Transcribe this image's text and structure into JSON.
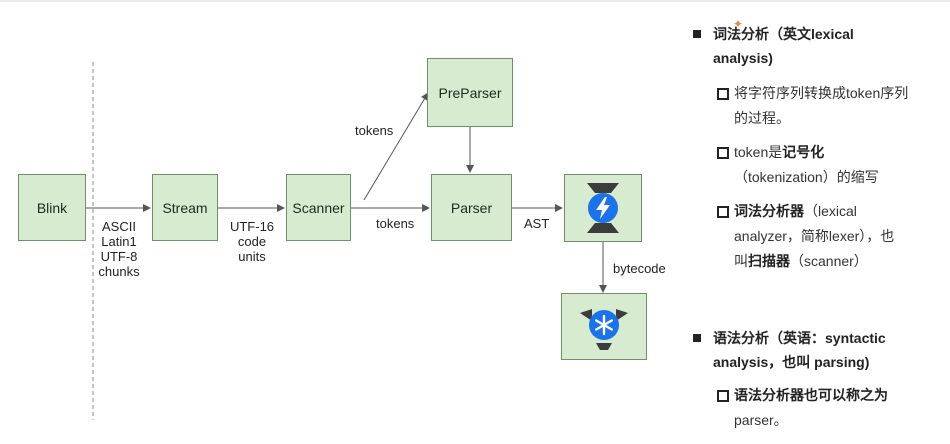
{
  "diagram": {
    "nodes": {
      "blink": "Blink",
      "stream": "Stream",
      "scanner": "Scanner",
      "preparser": "PreParser",
      "parser": "Parser"
    },
    "edge_labels": {
      "encodings": [
        "ASCII",
        "Latin1",
        "UTF-8",
        "chunks"
      ],
      "utf16": [
        "UTF-16",
        "code",
        "units"
      ],
      "tokens_up": "tokens",
      "tokens_right": "tokens",
      "ast": "AST",
      "bytecode": "bytecode"
    },
    "icons": {
      "ignition": "ignition-lightning-icon",
      "turbofan": "turbofan-snowflake-icon"
    }
  },
  "notes": {
    "section1": {
      "title_line1": "词法分析（英文lexical",
      "title_line2": "analysis)",
      "item1_line1": "将字符序列转换成token序列",
      "item1_line2": "的过程。",
      "item2_prefix": "token是",
      "item2_bold": "记号化",
      "item2_line2": "（tokenization）的缩写",
      "item3_bold": "词法分析器",
      "item3_line1_rest": "（lexical",
      "item3_line2": "analyzer，简称lexer），也",
      "item3_line3_prefix": "叫",
      "item3_line3_bold": "扫描器",
      "item3_line3_rest": "（scanner）"
    },
    "section2": {
      "title_line1": "语法分析（英语：syntactic",
      "title_line2": "analysis，也叫 parsing)",
      "item1_line1": "语法分析器也可以称之为",
      "item1_line2": "parser。"
    }
  },
  "colors": {
    "box_fill": "#d6ebcf",
    "box_border": "#6f8f6a",
    "icon_blue": "#1a73e8",
    "icon_dark": "#3c3c3c",
    "arrow": "#555555"
  }
}
